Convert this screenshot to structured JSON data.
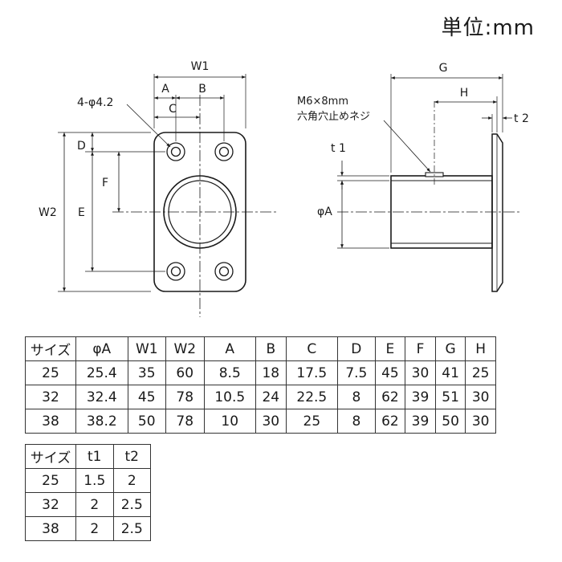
{
  "unit_label": "単位:mm",
  "front_view": {
    "dims": {
      "W1": "W1",
      "A": "A",
      "B": "B",
      "C": "C",
      "hole": "4-φ4.2",
      "D": "D",
      "F": "F",
      "W2": "W2",
      "E": "E"
    }
  },
  "side_view": {
    "dims": {
      "G": "G",
      "H": "H",
      "t2": "t 2",
      "t1": "t 1",
      "phiA": "φA",
      "screw_line1": "M6×8mm",
      "screw_line2": "六角穴止めネジ"
    }
  },
  "main_table": {
    "headers": [
      "サイズ",
      "φA",
      "W1",
      "W2",
      "A",
      "B",
      "C",
      "D",
      "E",
      "F",
      "G",
      "H"
    ],
    "rows": [
      [
        "25",
        "25.4",
        "35",
        "60",
        "8.5",
        "18",
        "17.5",
        "7.5",
        "45",
        "30",
        "41",
        "25"
      ],
      [
        "32",
        "32.4",
        "45",
        "78",
        "10.5",
        "24",
        "22.5",
        "8",
        "62",
        "39",
        "51",
        "30"
      ],
      [
        "38",
        "38.2",
        "50",
        "78",
        "10",
        "30",
        "25",
        "8",
        "62",
        "39",
        "50",
        "30"
      ]
    ]
  },
  "thickness_table": {
    "headers": [
      "サイズ",
      "t1",
      "t2"
    ],
    "rows": [
      [
        "25",
        "1.5",
        "2"
      ],
      [
        "32",
        "2",
        "2.5"
      ],
      [
        "38",
        "2",
        "2.5"
      ]
    ]
  }
}
